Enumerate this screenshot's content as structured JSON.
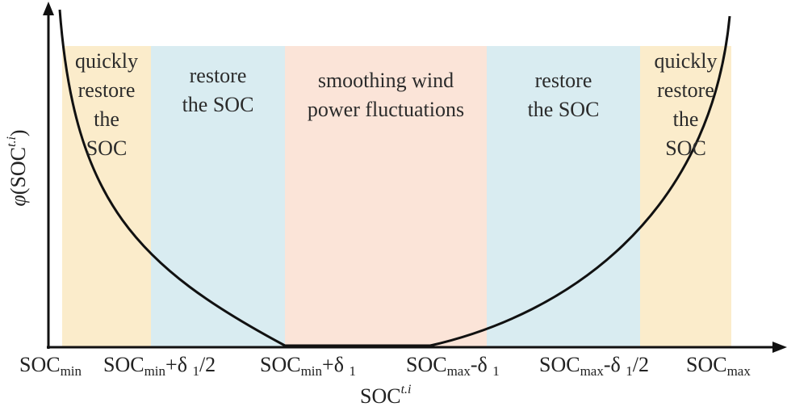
{
  "colors": {
    "quick": "#fbeccb",
    "restore": "#d9ecf1",
    "smooth": "#fbe4d8",
    "curve": "#111111",
    "axis": "#111111"
  },
  "regions": [
    {
      "id": "quick-left",
      "lines": "quickly\nrestore\nthe\nSOC"
    },
    {
      "id": "restore-left",
      "lines": "restore\nthe SOC"
    },
    {
      "id": "smooth",
      "lines": "smoothing wind\npower fluctuations"
    },
    {
      "id": "restore-right",
      "lines": "restore\nthe SOC"
    },
    {
      "id": "quick-right",
      "lines": "quickly\nrestore\nthe\nSOC"
    }
  ],
  "ticks": {
    "t1": {
      "base": "SOC",
      "sub": "min",
      "rest": ""
    },
    "t2": {
      "base": "SOC",
      "sub": "min",
      "rest": "+δ",
      "sub2": "1",
      "tail": "/2"
    },
    "t3": {
      "base": "SOC",
      "sub": "min",
      "rest": "+δ",
      "sub2": "1",
      "tail": ""
    },
    "t4": {
      "base": "SOC",
      "sub": "max",
      "rest": "-δ",
      "sub2": "1",
      "tail": ""
    },
    "t5": {
      "base": "SOC",
      "sub": "max",
      "rest": "-δ",
      "sub2": "1",
      "tail": "/2"
    },
    "t6": {
      "base": "SOC",
      "sub": "max",
      "rest": ""
    }
  },
  "axes": {
    "x_title_base": "SOC",
    "x_title_sup": "t.i",
    "y_title_prefix": "φ(SOC",
    "y_title_sup": "t.i",
    "y_title_suffix": ")"
  }
}
